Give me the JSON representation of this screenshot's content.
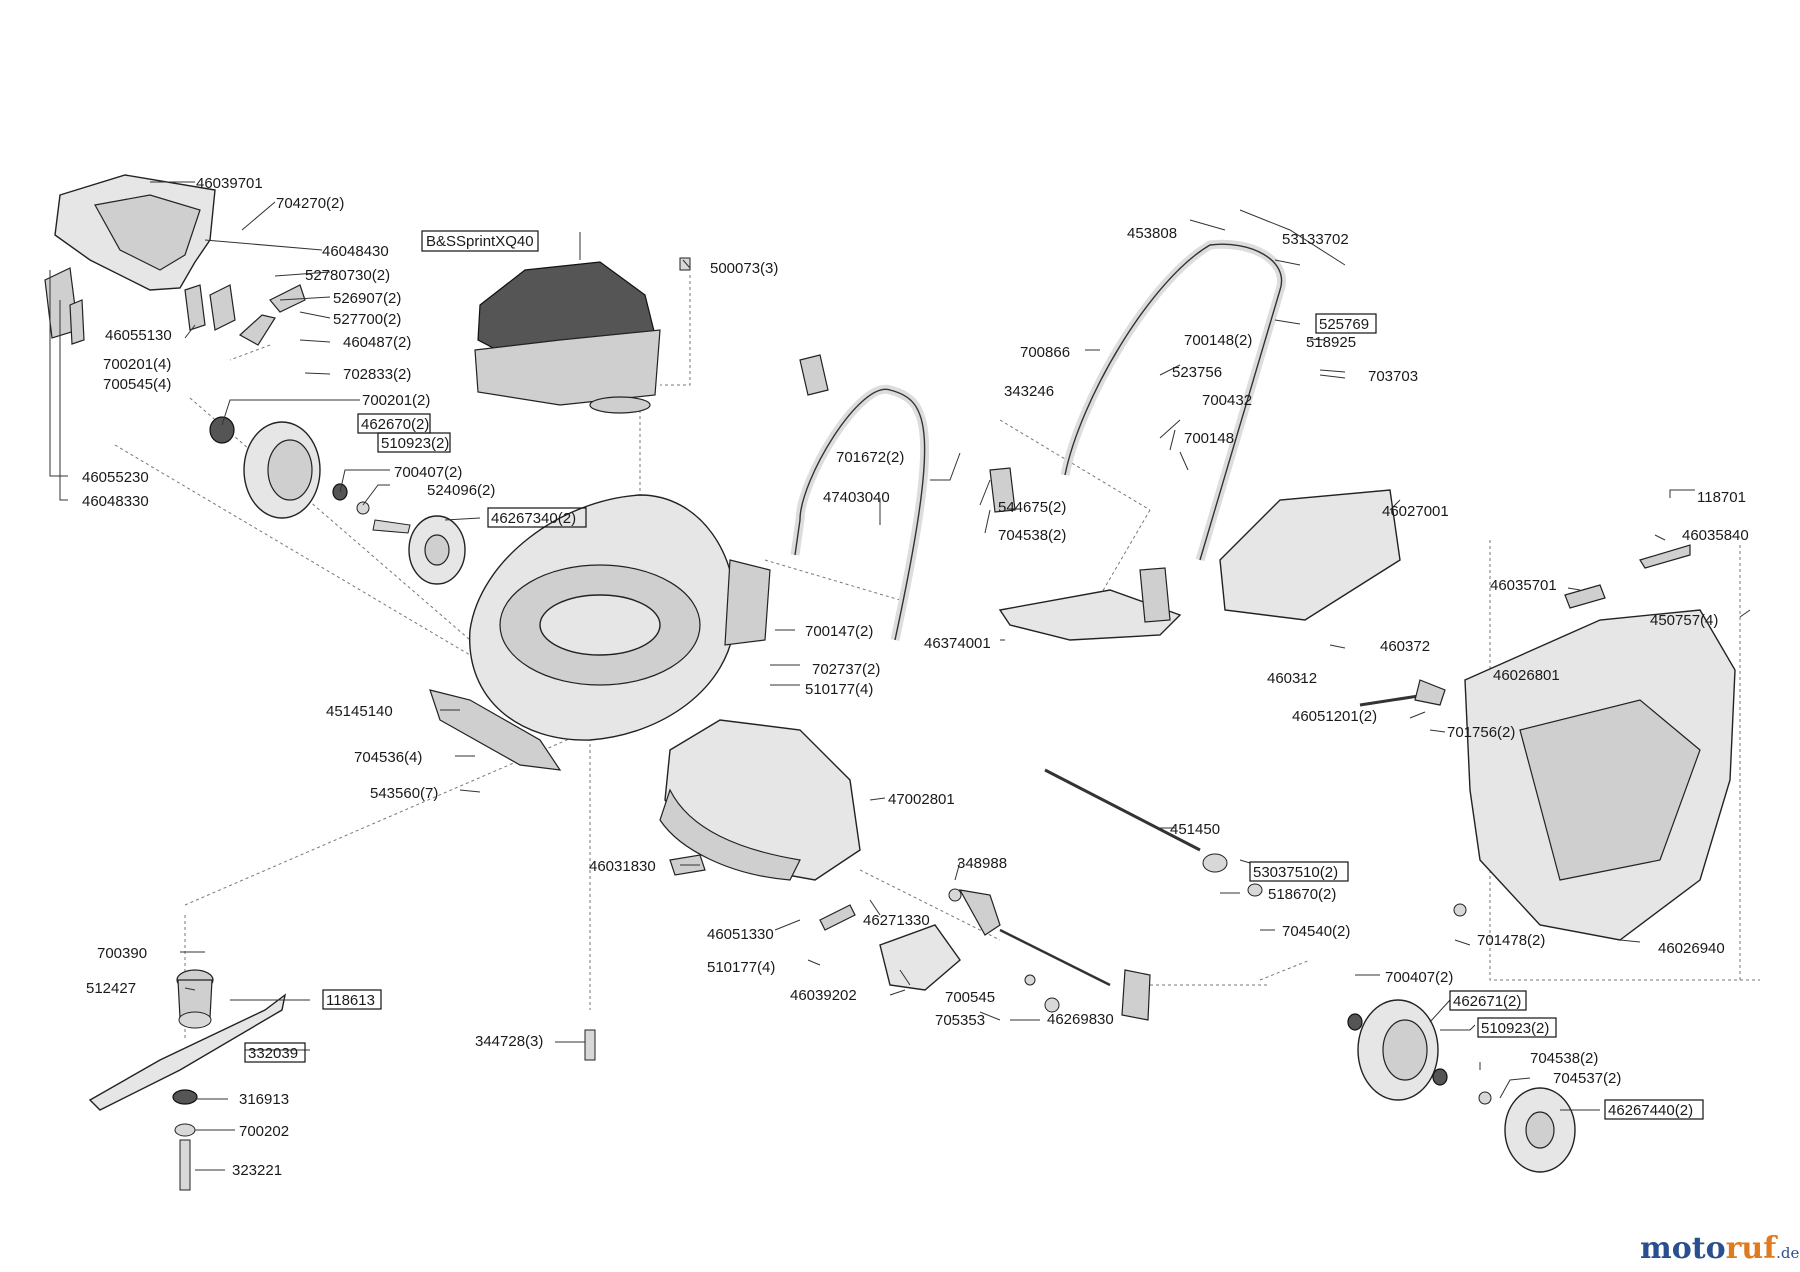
{
  "labels": {
    "p46039701": "46039701",
    "p704270": "704270(2)",
    "p46048430": "46048430",
    "p52780730": "52780730(2)",
    "p526907": "526907(2)",
    "p527700": "527700(2)",
    "p46055130": "46055130",
    "p460487": "460487(2)",
    "p700201a": "700201(4)",
    "p700545a": "700545(4)",
    "p702833": "702833(2)",
    "p700201b": "700201(2)",
    "p462670": "462670(2)",
    "p510923a": "510923(2)",
    "p46055230": "46055230",
    "p46048330": "46048330",
    "p700407a": "700407(2)",
    "p524096": "524096(2)",
    "p46267340": "46267340(2)",
    "pBS": "B&SSprintXQ40",
    "p500073": "500073(3)",
    "p453808": "453808",
    "p53133702": "53133702",
    "p525769": "525769",
    "p700148a": "700148(2)",
    "p518925": "518925",
    "p700866": "700866",
    "p523756": "523756",
    "p703703": "703703",
    "p343246": "343246",
    "p700432": "700432",
    "p700148b": "700148",
    "p701672": "701672(2)",
    "p47403040": "47403040",
    "p544675": "544675(2)",
    "p704538a": "704538(2)",
    "p46027001": "46027001",
    "p118701": "118701",
    "p46035840": "46035840",
    "p46035701": "46035701",
    "p450757": "450757(4)",
    "p700147": "700147(2)",
    "p702737": "702737(2)",
    "p510177a": "510177(4)",
    "p46374001": "46374001",
    "p460372": "460372",
    "p460312": "460312",
    "p46051201": "46051201(2)",
    "p46026801": "46026801",
    "p45145140": "45145140",
    "p701756": "701756(2)",
    "p704536": "704536(4)",
    "p543560": "543560(7)",
    "p47002801": "47002801",
    "p451450": "451450",
    "p46031830": "46031830",
    "p348988": "348988",
    "p53037510": "53037510(2)",
    "p518670": "518670(2)",
    "p46051330": "46051330",
    "p46271330": "46271330",
    "p704540": "704540(2)",
    "p701478": "701478(2)",
    "p46026940": "46026940",
    "p700390": "700390",
    "p510177b": "510177(4)",
    "p512427": "512427",
    "p118613": "118613",
    "p46039202": "46039202",
    "p700545b": "700545",
    "p700407b": "700407(2)",
    "p705353": "705353",
    "p46269830": "46269830",
    "p462671": "462671(2)",
    "p332039": "332039",
    "p344728": "344728(3)",
    "p510923b": "510923(2)",
    "p704538b": "704538(2)",
    "p316913": "316913",
    "p704537": "704537(2)",
    "p46267440": "46267440(2)",
    "p700202": "700202",
    "p323221": "323221"
  },
  "watermark": {
    "part1": "moto",
    "part2": "ruf",
    "suffix": ".de"
  }
}
